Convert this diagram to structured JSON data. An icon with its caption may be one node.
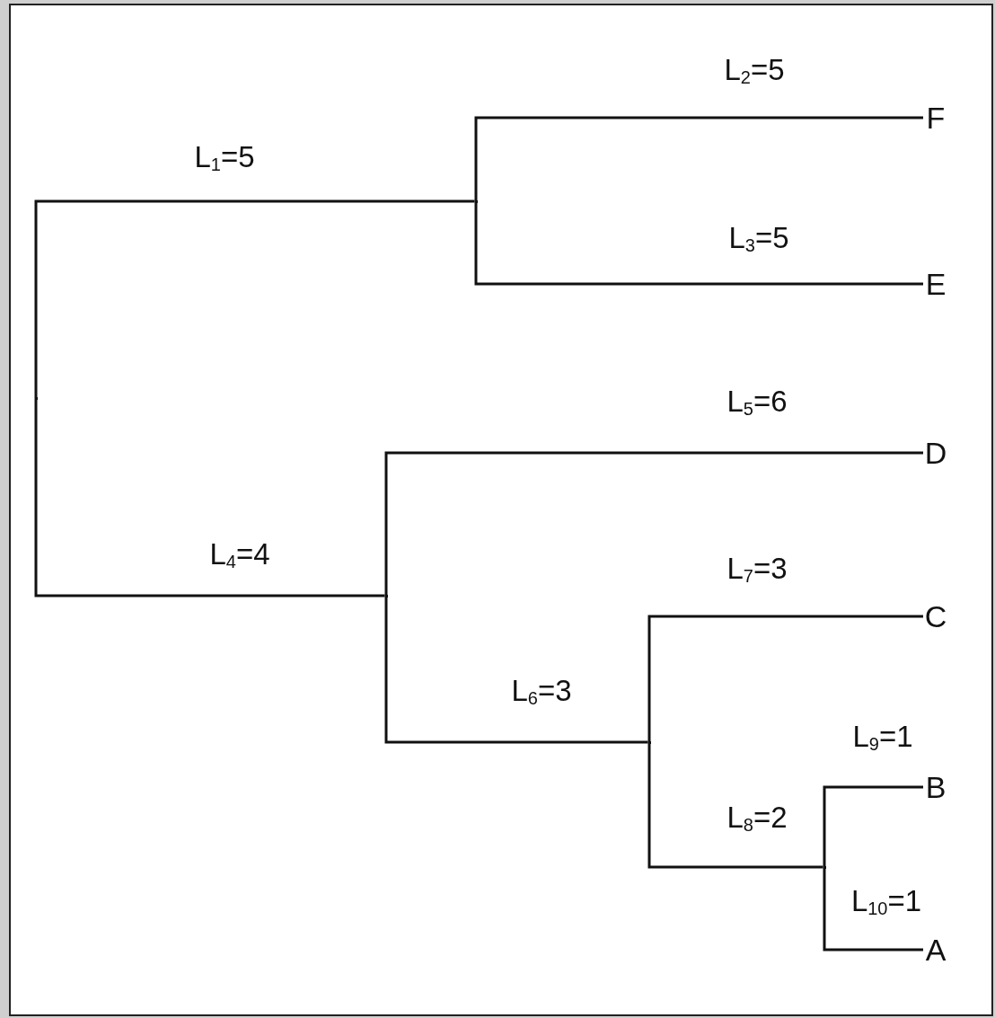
{
  "diagram": {
    "nodes": [
      {
        "text": [],
        "shape": "junction"
      },
      {
        "text": [],
        "shape": "junction"
      },
      {
        "text": [
          "F"
        ]
      },
      {
        "text": [
          "E"
        ]
      },
      {
        "text": [],
        "shape": "junction"
      },
      {
        "text": [
          "D"
        ]
      },
      {
        "text": [],
        "shape": "junction"
      },
      {
        "text": [
          "C"
        ]
      },
      {
        "text": [],
        "shape": "junction"
      },
      {
        "text": [
          "B"
        ]
      },
      {
        "text": [
          "A"
        ]
      }
    ],
    "edges": [
      {
        "from": 0,
        "to": 1,
        "arrow": "none",
        "label": "L$_{1}$=5"
      },
      {
        "from": 1,
        "to": 2,
        "arrow": "none",
        "label": "L$_{2}$=5"
      },
      {
        "from": 1,
        "to": 3,
        "arrow": "none",
        "label": "L$_{3}$=5"
      },
      {
        "from": 0,
        "to": 4,
        "arrow": "none",
        "label": "L$_{4}$=4"
      },
      {
        "from": 4,
        "to": 5,
        "arrow": "none",
        "label": "L$_{5}$=6"
      },
      {
        "from": 4,
        "to": 6,
        "arrow": "none",
        "label": "L$_{6}$=3"
      },
      {
        "from": 6,
        "to": 7,
        "arrow": "none",
        "label": "L$_{7}$=3"
      },
      {
        "from": 6,
        "to": 8,
        "arrow": "none",
        "label": "L$_{8}$=2"
      },
      {
        "from": 8,
        "to": 9,
        "arrow": "none",
        "label": "L$_{9}$=1"
      },
      {
        "from": 8,
        "to": 10,
        "arrow": "none",
        "label": "L$_{10}$=1"
      }
    ]
  }
}
